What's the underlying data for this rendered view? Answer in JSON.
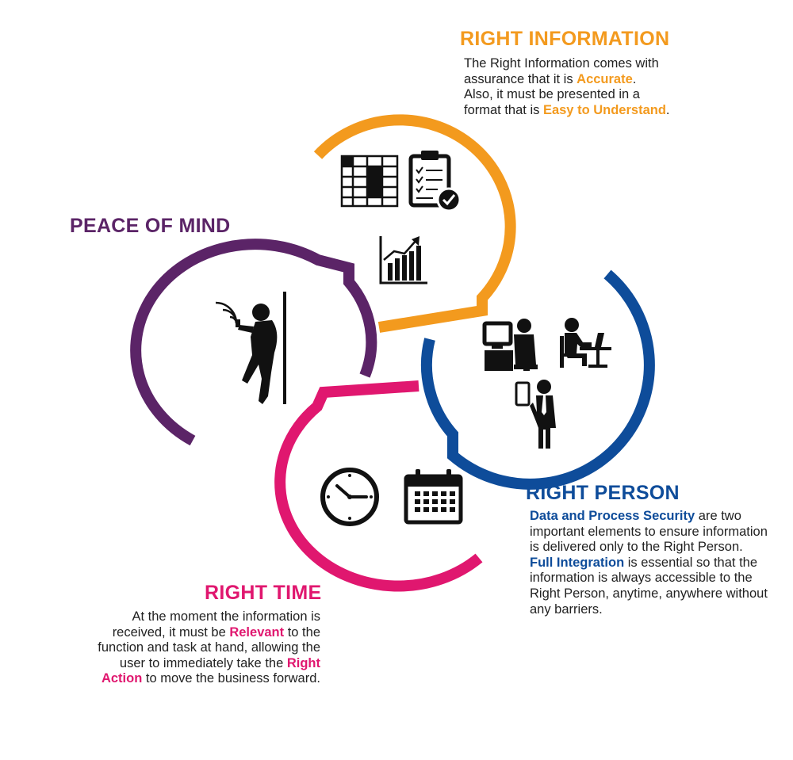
{
  "colors": {
    "orange": "#F39A1E",
    "purple": "#5B2467",
    "blue": "#0E4C9A",
    "magenta": "#E0176F",
    "icon": "#111111"
  },
  "sections": {
    "right_information": {
      "title": "RIGHT INFORMATION",
      "line1": "The Right Information comes with",
      "line2_pre": "assurance that it is ",
      "line2_hl": "Accurate",
      "line2_post": ".",
      "line3": "Also, it must be presented in a",
      "line4_pre": "format that is ",
      "line4_hl": "Easy to Understand",
      "line4_post": ".",
      "icons": [
        "spreadsheet-icon",
        "checklist-clipboard-icon",
        "growth-chart-icon"
      ]
    },
    "peace_of_mind": {
      "title": "PEACE OF MIND",
      "icons": [
        "person-with-phone-icon"
      ]
    },
    "right_person": {
      "title": "RIGHT PERSON",
      "hl1": "Data and Process Security",
      "t1": " are two important elements to ensure information is delivered only to the Right Person.",
      "hl2": "Full Integration",
      "t2": " is essential so that the information is always accessible to the Right Person, anytime, anywhere without any barriers.",
      "icons": [
        "computer-desk-user-icon",
        "desk-worker-icon",
        "mobile-businessman-icon"
      ]
    },
    "right_time": {
      "title": "RIGHT TIME",
      "t1": "At the moment the information is received, it must be ",
      "hl1": "Relevant",
      "t2": " to the function and task at hand, allowing the user to immediately take the ",
      "hl2": "Right Action",
      "t3": " to move the business forward.",
      "icons": [
        "clock-icon",
        "calendar-icon"
      ]
    }
  }
}
